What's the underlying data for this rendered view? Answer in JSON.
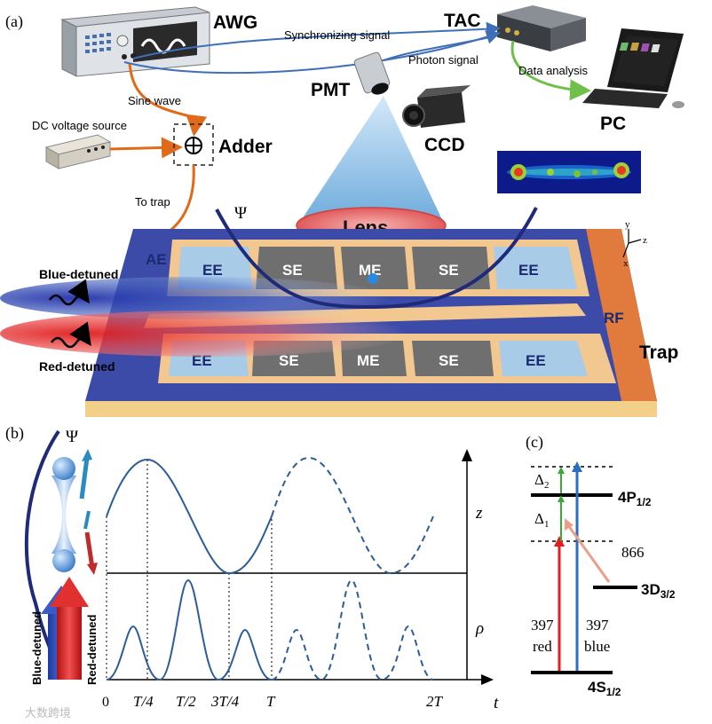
{
  "panel_labels": {
    "a": "(a)",
    "b": "(b)",
    "c": "(c)"
  },
  "setup": {
    "awg": "AWG",
    "tac": "TAC",
    "pmt": "PMT",
    "ccd": "CCD",
    "pc": "PC",
    "adder": "Adder",
    "lens": "Lens",
    "sync_signal": "Synchronizing signal",
    "photon_signal": "Photon signal",
    "data_analysis": "Data analysis",
    "sine_wave": "Sine wave",
    "dc_source": "DC voltage source",
    "to_trap": "To trap",
    "psi": "Ψ",
    "ae": "AE",
    "rf": "RF",
    "trap": "Trap",
    "blue_detuned": "Blue-detuned",
    "red_detuned": "Red-detuned",
    "electrodes_top": [
      "EE",
      "SE",
      "ME",
      "SE",
      "EE"
    ],
    "electrodes_bottom": [
      "EE",
      "SE",
      "ME",
      "SE",
      "EE"
    ],
    "axes": {
      "y": "y",
      "z": "z",
      "x": "x"
    }
  },
  "plot_b": {
    "psi": "Ψ",
    "y_label_top": "z",
    "y_label_bottom": "ρ",
    "x_label": "t",
    "x_ticks": [
      "0",
      "T/4",
      "T/2",
      "3T/4",
      "T",
      "2T"
    ],
    "side_blue": "Blue-detuned",
    "side_red": "Red-detuned"
  },
  "levels": {
    "p_level": "4P",
    "p_sub": "1/2",
    "d_level": "3D",
    "d_sub": "3/2",
    "s_level": "4S",
    "s_sub": "1/2",
    "delta2": "Δ",
    "delta2_sub": "2",
    "delta1": "Δ",
    "delta1_sub": "1",
    "l866": "866",
    "red_397": "397",
    "red_word": "red",
    "blue_397": "397",
    "blue_word": "blue"
  },
  "watermark": "大数跨境",
  "colors": {
    "trap_blue": "#3c4aa8",
    "trap_orange": "#e07a3d",
    "ee": "#a8cbe8",
    "se": "#6f6f6f",
    "curve": "#2c5d98",
    "laser_red": "#e02020",
    "laser_blue": "#2b6fc0",
    "green": "#3aa83a",
    "pink": "#e8a08a",
    "wire_orange": "#e06a1a",
    "wire_blue": "#3f6fb8",
    "wire_green": "#6fc04a"
  }
}
